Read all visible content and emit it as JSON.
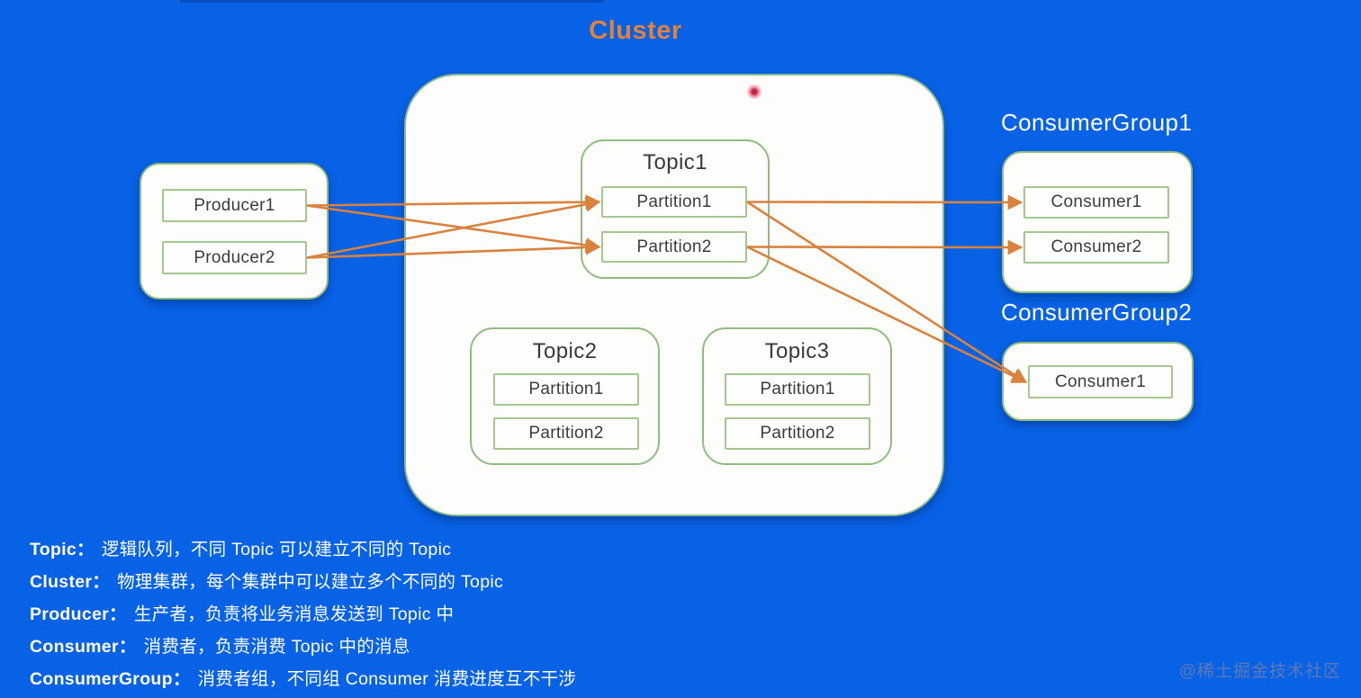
{
  "colors": {
    "background": "#0862e6",
    "arrow_orange": "#d8823e",
    "box_border_green": "#8fbc7f",
    "title_orange": "#e0823b",
    "box_text": "#3c3c3c",
    "label_white": "#ffffff"
  },
  "cluster_title": "Cluster",
  "producers": {
    "items": [
      "Producer1",
      "Producer2"
    ]
  },
  "topics": [
    {
      "name": "Topic1",
      "partitions": [
        "Partition1",
        "Partition2"
      ]
    },
    {
      "name": "Topic2",
      "partitions": [
        "Partition1",
        "Partition2"
      ]
    },
    {
      "name": "Topic3",
      "partitions": [
        "Partition1",
        "Partition2"
      ]
    }
  ],
  "consumer_groups": [
    {
      "label": "ConsumerGroup1",
      "consumers": [
        "Consumer1",
        "Consumer2"
      ]
    },
    {
      "label": "ConsumerGroup2",
      "consumers": [
        "Consumer1"
      ]
    }
  ],
  "edges": [
    {
      "from": "producer-1",
      "to": "topic1-partition-1"
    },
    {
      "from": "producer-1",
      "to": "topic1-partition-2"
    },
    {
      "from": "producer-2",
      "to": "topic1-partition-1"
    },
    {
      "from": "producer-2",
      "to": "topic1-partition-2"
    },
    {
      "from": "topic1-partition-1",
      "to": "cg1-consumer-1"
    },
    {
      "from": "topic1-partition-2",
      "to": "cg1-consumer-2"
    },
    {
      "from": "topic1-partition-1",
      "to": "cg2-consumer-1"
    },
    {
      "from": "topic1-partition-2",
      "to": "cg2-consumer-1"
    }
  ],
  "legend": [
    {
      "term": "Topic：",
      "definition": "逻辑队列，不同 Topic 可以建立不同的 Topic"
    },
    {
      "term": "Cluster：",
      "definition": "物理集群，每个集群中可以建立多个不同的 Topic"
    },
    {
      "term": "Producer：",
      "definition": "生产者，负责将业务消息发送到 Topic 中"
    },
    {
      "term": "Consumer：",
      "definition": "消费者，负责消费 Topic 中的消息"
    },
    {
      "term": "ConsumerGroup：",
      "definition": "消费者组，不同组 Consumer 消费进度互不干涉"
    }
  ],
  "watermark": "@稀土掘金技术社区"
}
